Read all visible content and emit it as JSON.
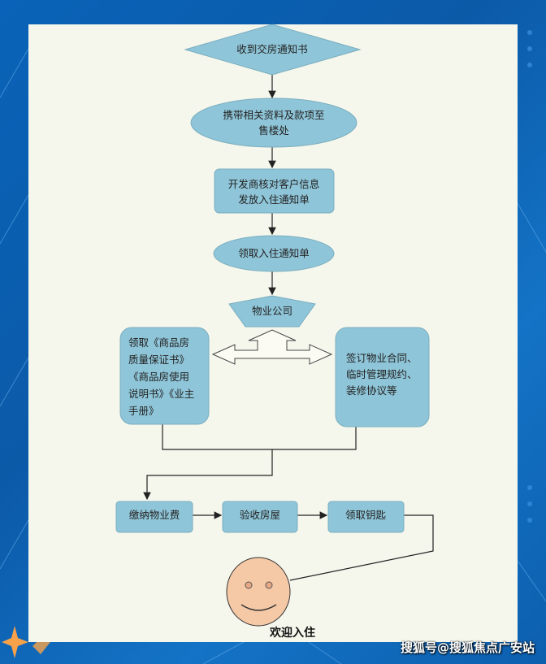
{
  "nodes": {
    "receive_notice": "收到交房通知书",
    "bring_materials": [
      "携带相关资料及款项至",
      "售楼处"
    ],
    "developer_verify": [
      "开发商核对客户信息",
      "发放入住通知单"
    ],
    "get_notice": "领取入住通知单",
    "property_company": "物业公司",
    "get_documents": [
      "领取《商品房",
      "质量保证书》",
      "《商品房使用",
      "说明书》《业主",
      "手册》"
    ],
    "sign_contracts": [
      "签订物业合同、",
      "临时管理规约、",
      "装修协议等"
    ],
    "pay_fee": "缴纳物业费",
    "inspect_house": "验收房屋",
    "get_keys": "领取钥匙",
    "welcome": "欢迎入住"
  },
  "watermark": "搜狐号@搜狐焦点广安站",
  "colors": {
    "node_fill": "#8fc5d8",
    "panel": "#f6f7ec",
    "face": "#f5c9a6"
  }
}
